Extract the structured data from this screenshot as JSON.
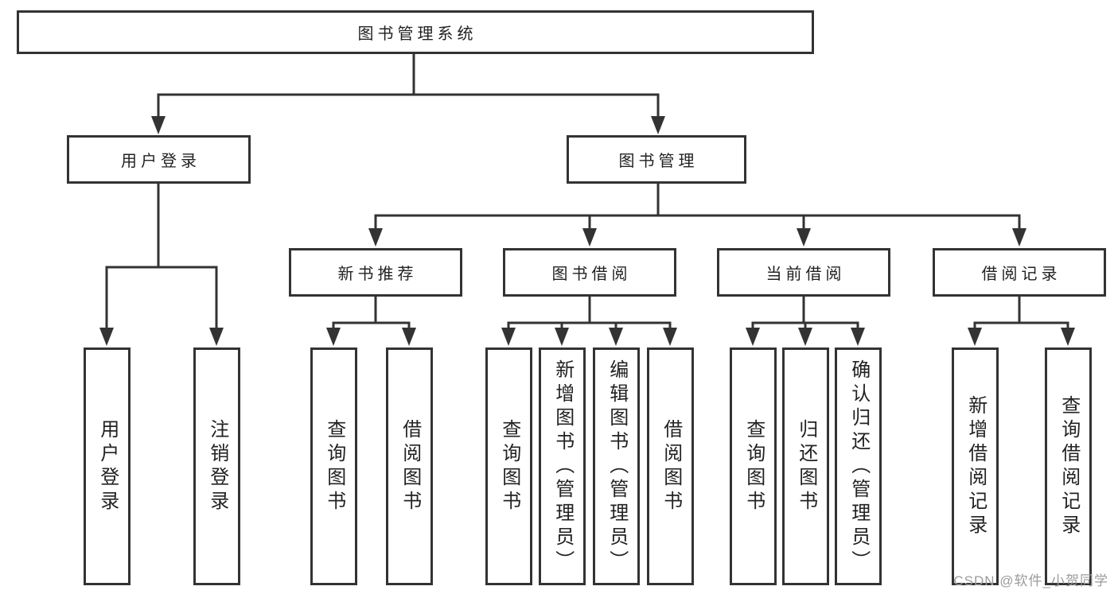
{
  "diagram": {
    "root": "图书管理系统",
    "branches": [
      {
        "label": "用户登录",
        "children": [
          "用户登录",
          "注销登录"
        ]
      },
      {
        "label": "图书管理",
        "children": [
          {
            "label": "新书推荐",
            "leaves": [
              "查询图书",
              "借阅图书"
            ]
          },
          {
            "label": "图书借阅",
            "leaves": [
              "查询图书",
              "新增图书（管理员）",
              "编辑图书（管理员）",
              "借阅图书"
            ]
          },
          {
            "label": "当前借阅",
            "leaves": [
              "查询图书",
              "归还图书",
              "确认归还（管理员）"
            ]
          },
          {
            "label": "借阅记录",
            "leaves": [
              "新增借阅记录",
              "查询借阅记录"
            ]
          }
        ]
      }
    ]
  },
  "colors": {
    "line": "#333333",
    "text": "#222222",
    "watermark": "#9b9b9b",
    "background": "#ffffff"
  },
  "watermark": {
    "text": "CSDN @软件_小贺同学"
  }
}
